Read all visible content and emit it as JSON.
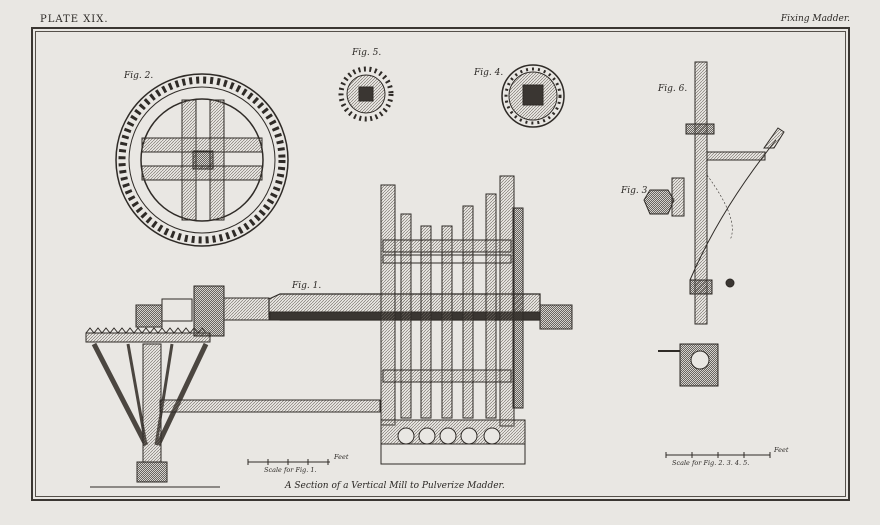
{
  "header": {
    "plate_number": "PLATE XIX.",
    "subject": "Fixing Madder."
  },
  "figures": {
    "fig1": "Fig. 1.",
    "fig2": "Fig. 2.",
    "fig3": "Fig. 3.",
    "fig4": "Fig. 4.",
    "fig5": "Fig. 5.",
    "fig6": "Fig. 6."
  },
  "scales": {
    "scale_fig1": "Scale for Fig. 1.",
    "scale_fig2345": "Scale for Fig. 2. 3. 4. 5.",
    "feet_unit": "Feet"
  },
  "caption": "A Section of a Vertical Mill to Pulverize Madder."
}
